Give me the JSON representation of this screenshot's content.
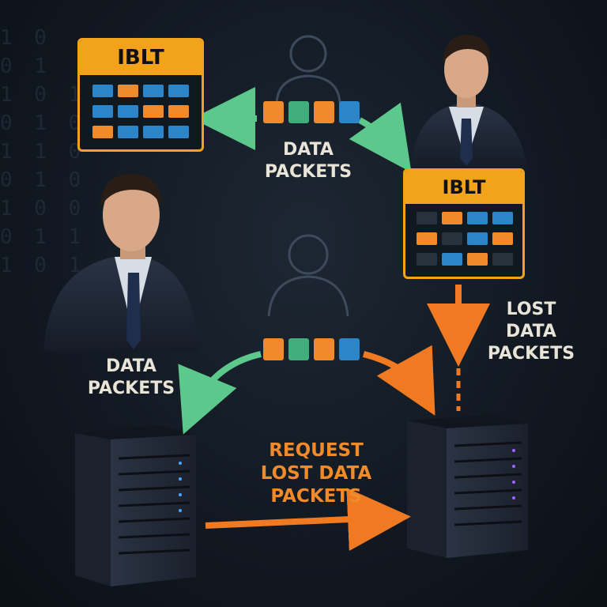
{
  "top_iblt": {
    "title": "IBLT"
  },
  "right_iblt": {
    "title": "IBLT"
  },
  "labels": {
    "data_packets_top": [
      "DATA",
      "PACKETS"
    ],
    "data_packets_left": [
      "DATA",
      "PACKETS"
    ],
    "lost_data_packets": [
      "LOST",
      "DATA",
      "PACKETS"
    ],
    "request_lost": [
      "REQUEST",
      "LOST DATA",
      "PACKETS"
    ]
  },
  "colors": {
    "orange": "#f08a2a",
    "green": "#3fae7a",
    "blue": "#2a86c8",
    "iblt_yellow": "#f2a31a",
    "arrow_green": "#5cc88c",
    "arrow_orange": "#f07a22"
  }
}
